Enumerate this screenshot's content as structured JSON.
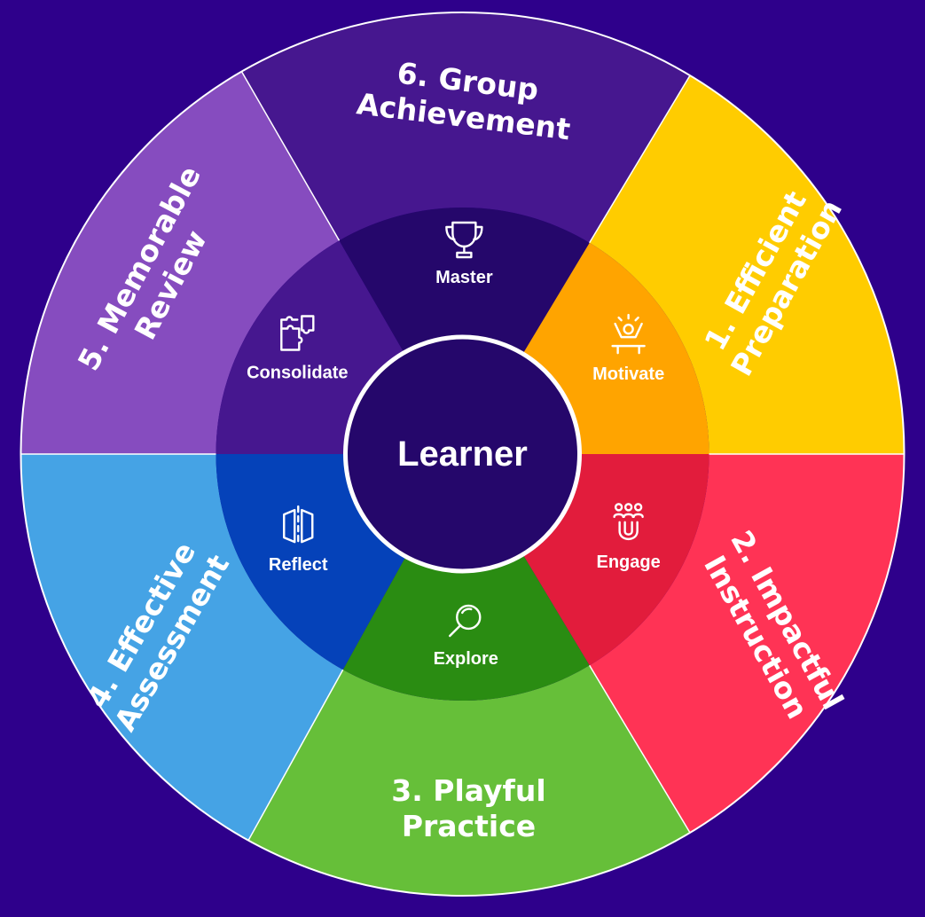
{
  "center": {
    "label": "Learner"
  },
  "segments": [
    {
      "id": "efficient-preparation",
      "outer_lines": [
        "1. Efficient",
        "Preparation"
      ],
      "inner_label": "Motivate",
      "icon": "celebrate-icon",
      "outer_color": "#ffcc00",
      "inner_color": "#ffa400"
    },
    {
      "id": "impactful-instruction",
      "outer_lines": [
        "2. Impactful",
        "Instruction"
      ],
      "inner_label": "Engage",
      "icon": "magnet-people-icon",
      "outer_color": "#ff3355",
      "inner_color": "#e21c3c"
    },
    {
      "id": "playful-practice",
      "outer_lines": [
        "3. Playful",
        "Practice"
      ],
      "inner_label": "Explore",
      "icon": "magnifier-icon",
      "outer_color": "#66bf39",
      "inner_color": "#2a8c12"
    },
    {
      "id": "effective-assessment",
      "outer_lines": [
        "4. Effective",
        "Assessment"
      ],
      "inner_label": "Reflect",
      "icon": "mirror-icon",
      "outer_color": "#45a3e5",
      "inner_color": "#0542b9"
    },
    {
      "id": "memorable-review",
      "outer_lines": [
        "5. Memorable",
        "Review"
      ],
      "inner_label": "Consolidate",
      "icon": "puzzle-icon",
      "outer_color": "#864cbf",
      "inner_color": "#46178f"
    },
    {
      "id": "group-achievement",
      "outer_lines": [
        "6. Group",
        "Achievement"
      ],
      "inner_label": "Master",
      "icon": "trophy-icon",
      "outer_color": "#46178f",
      "inner_color": "#25076b"
    }
  ],
  "colors": {
    "background": "#2e008b",
    "center_fill": "#25076b",
    "divider": "#ffffff"
  }
}
